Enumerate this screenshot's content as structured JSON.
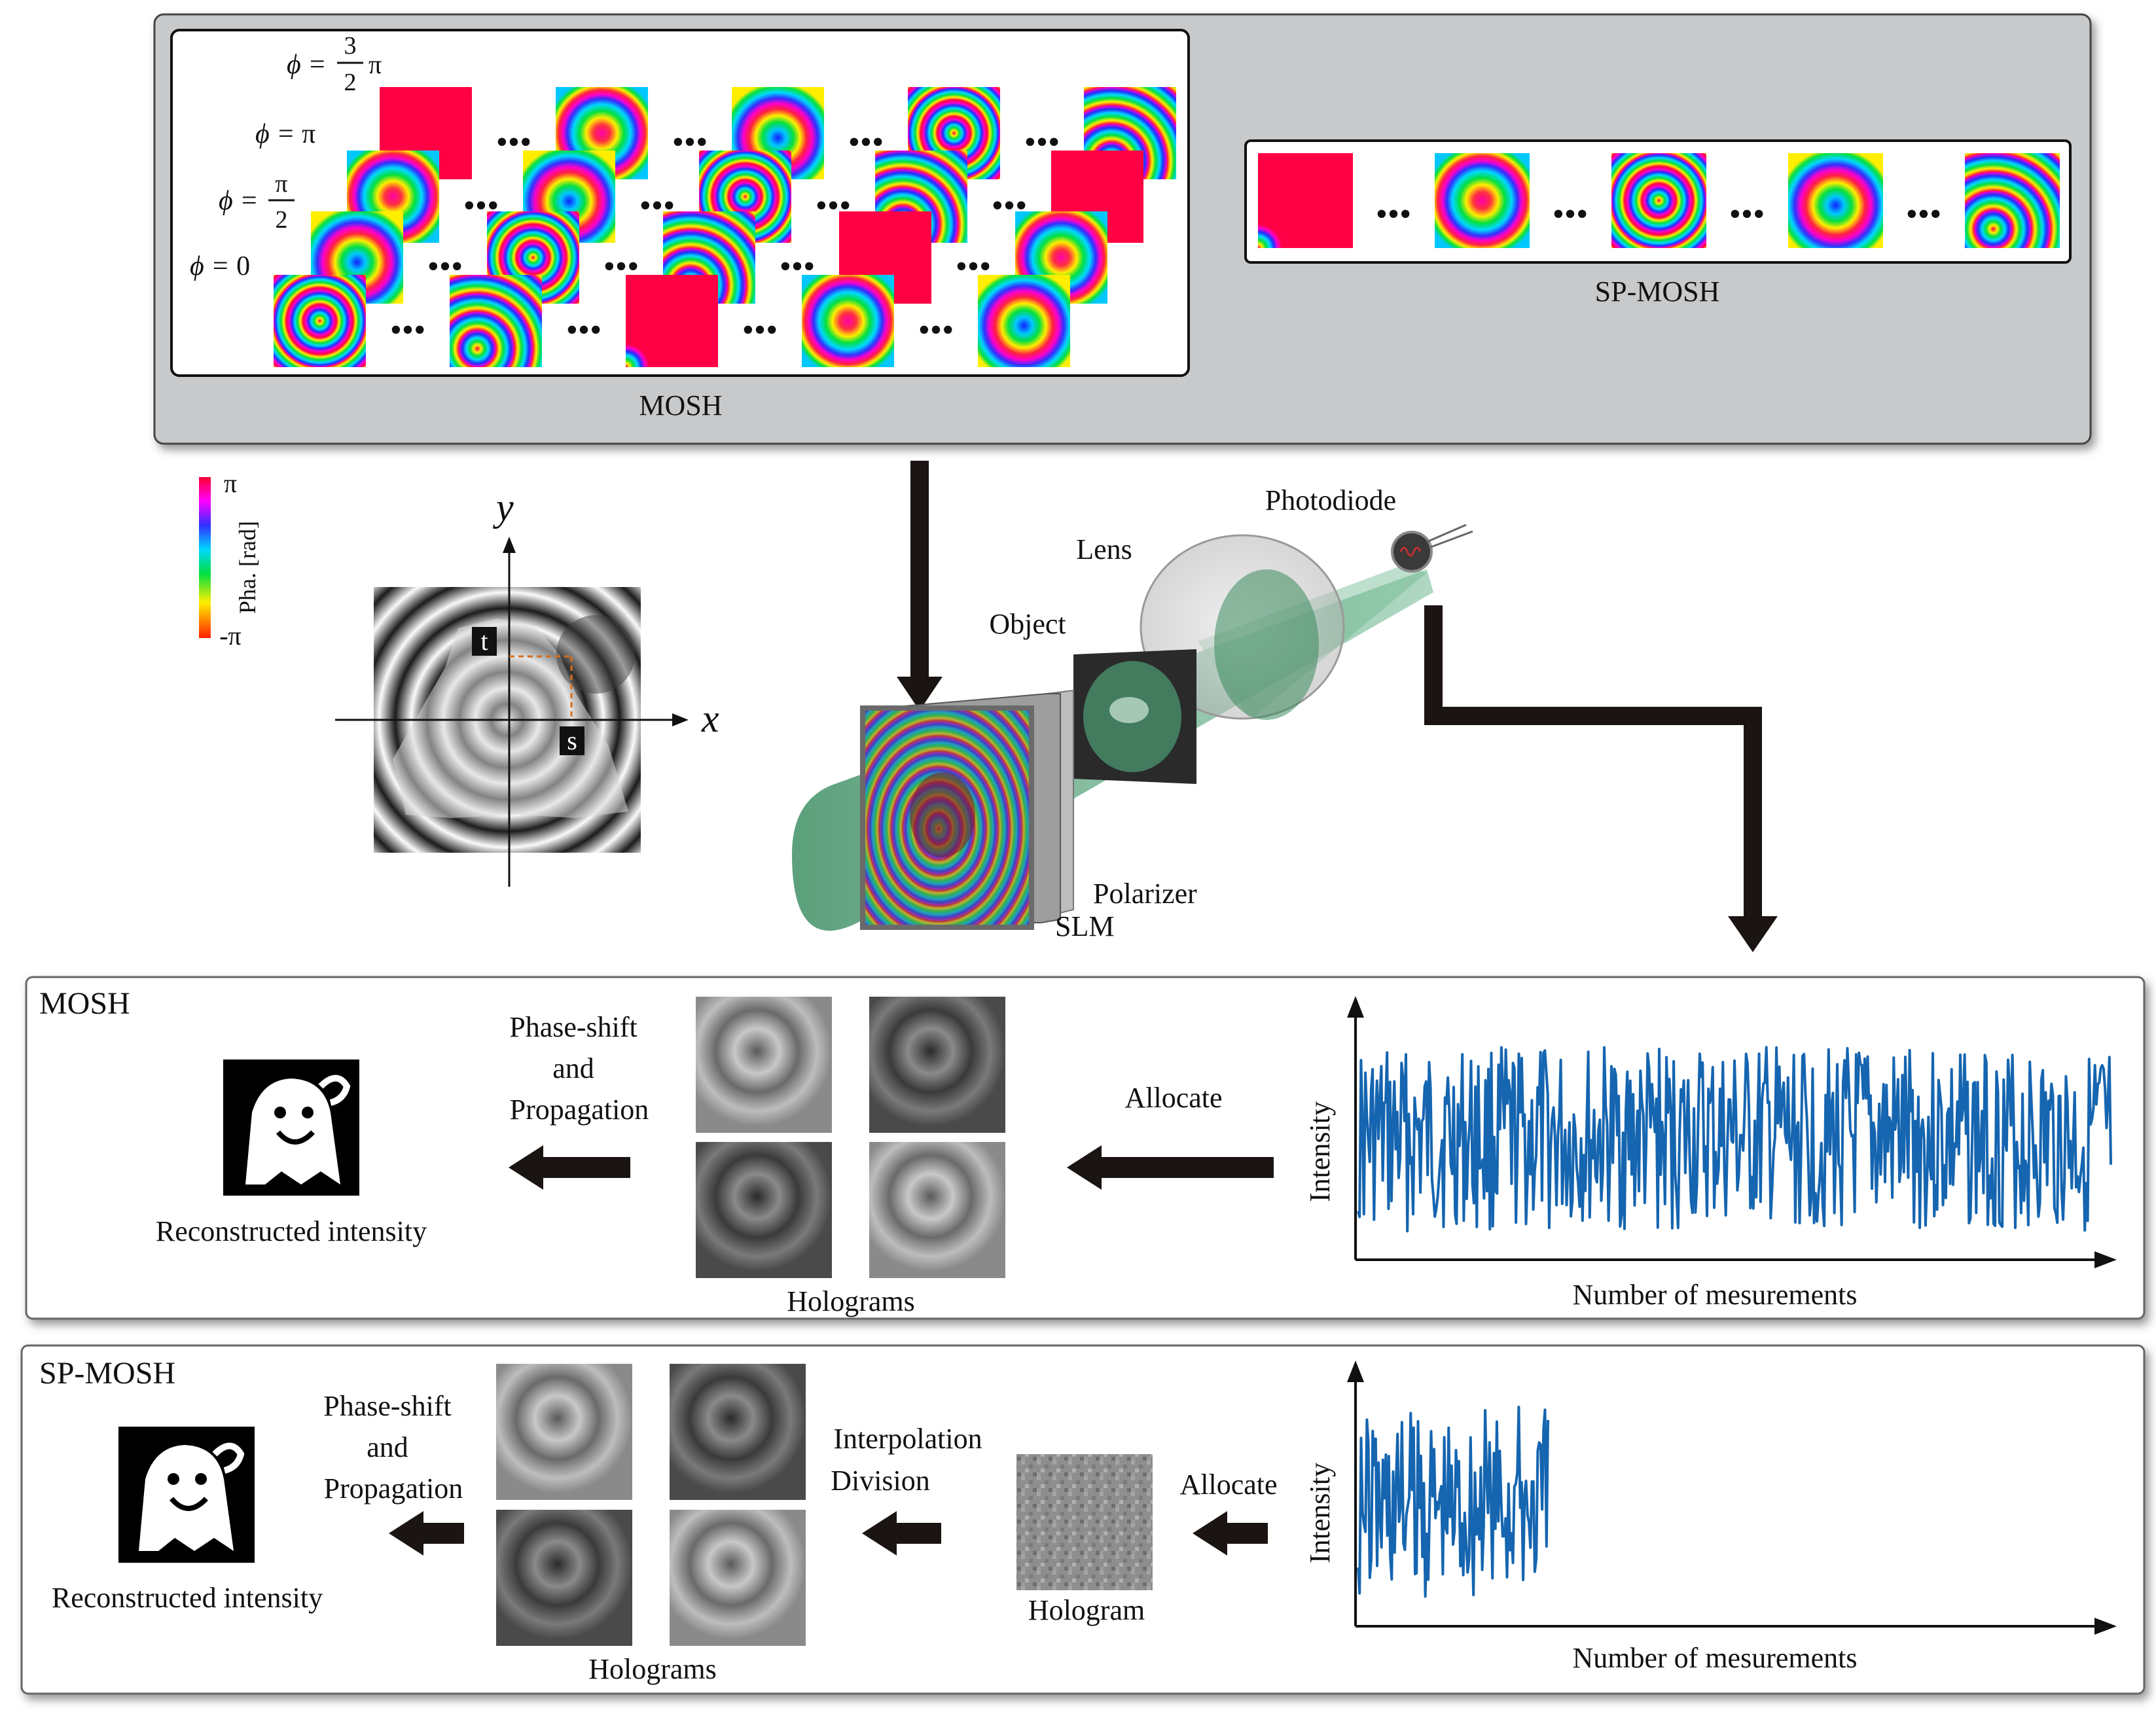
{
  "top_panel": {
    "mosh_label": "MOSH",
    "spmosh_label": "SP-MOSH",
    "phase_rows": [
      {
        "label_prefix": "ϕ = ",
        "label_value": "0"
      },
      {
        "label_prefix": "ϕ = ",
        "frac_num": "π",
        "frac_den": "2"
      },
      {
        "label_prefix": "ϕ = ",
        "label_value": "π"
      },
      {
        "label_prefix": "ϕ = ",
        "frac_num": "3",
        "frac_den": "2",
        "label_suffix": "π"
      }
    ],
    "ellipsis": "•••"
  },
  "colorbar": {
    "top": "π",
    "bottom": "-π",
    "label": "Pha. [rad]"
  },
  "coordinate_plot": {
    "x_axis": "x",
    "y_axis": "y",
    "t_label": "t",
    "s_label": "s"
  },
  "setup": {
    "photodiode": "Photodiode",
    "lens": "Lens",
    "object": "Object",
    "polarizer": "Polarizer",
    "slm": "SLM"
  },
  "mosh_panel": {
    "title": "MOSH",
    "phase_shift": [
      "Phase-shift",
      "and",
      "Propagation"
    ],
    "allocate": "Allocate",
    "holograms": "Holograms",
    "reconstructed": "Reconstructed intensity",
    "signal_ylabel": "Intensity",
    "signal_xlabel": "Number of mesurements"
  },
  "spmosh_panel": {
    "title": "SP-MOSH",
    "phase_shift": [
      "Phase-shift",
      "and",
      "Propagation"
    ],
    "interpolation": [
      "Interpolation",
      "Division"
    ],
    "allocate": "Allocate",
    "hologram": "Hologram",
    "holograms": "Holograms",
    "reconstructed": "Reconstructed intensity",
    "signal_ylabel": "Intensity",
    "signal_xlabel": "Number of mesurements"
  },
  "colors": {
    "top_panel_bg": "#c8c9ca",
    "signal_line": "#1565b0",
    "arrow": "#1a1412",
    "beam": "#4f9e75"
  }
}
